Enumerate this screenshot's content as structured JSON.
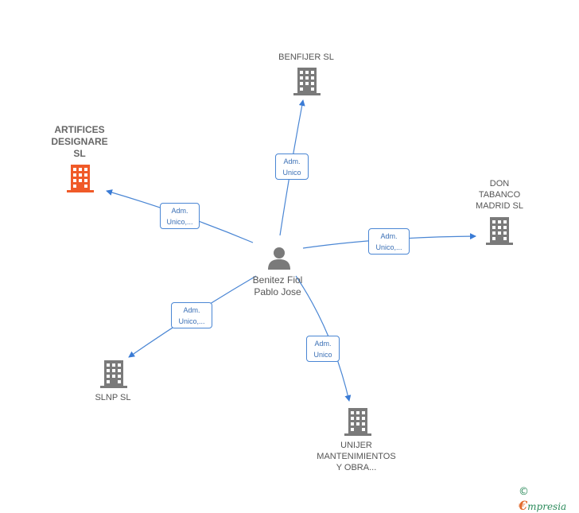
{
  "person": {
    "name": "Benitez Fiol\nPablo Jose"
  },
  "companies": {
    "benfijer": {
      "name": "BENFIJER SL"
    },
    "artifices": {
      "name": "ARTIFICES\nDESIGNARE\nSL"
    },
    "don_tabanco": {
      "name": "DON\nTABANCO\nMADRID  SL"
    },
    "slnp": {
      "name": "SLNP SL"
    },
    "unijer": {
      "name": "UNIJER\nMANTENIMIENTOS\nY OBRA..."
    }
  },
  "edges": {
    "benfijer": "Adm.\nUnico",
    "artifices": "Adm.\nUnico,...",
    "don_tabanco": "Adm.\nUnico,...",
    "slnp": "Adm.\nUnico,...",
    "unijer": "Adm.\nUnico"
  },
  "colors": {
    "edge": "#4a86d4",
    "building": "#7a7a7a",
    "highlight": "#f05a28",
    "person": "#7a7a7a"
  },
  "footer": {
    "copyright_symbol": "©",
    "brand_initial": "€",
    "brand_rest": "mpresia"
  }
}
